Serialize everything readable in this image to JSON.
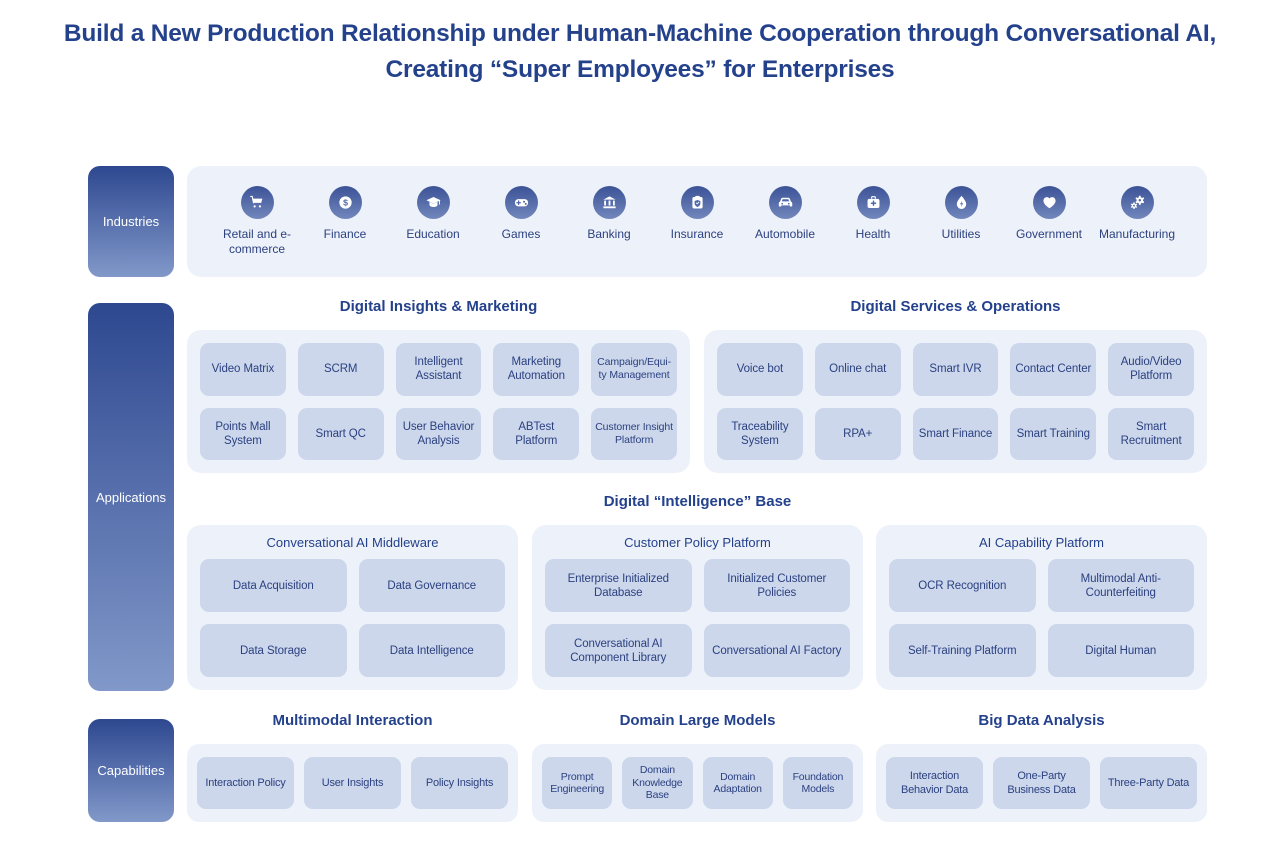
{
  "title": {
    "line1": "Build a New Production Relationship under Human-Machine Cooperation through Conversational AI,",
    "line2": "Creating “Super Employees” for Enterprises"
  },
  "colors": {
    "title_text": "#24418c",
    "panel_bg": "#edf1f9",
    "box_bg": "#ccd7ec",
    "box_text": "#2c4180",
    "sidebar_gradient_top": "#2e4890",
    "sidebar_gradient_bottom": "#8198c9",
    "icon_circle_top": "#3b5296",
    "icon_circle_bottom": "#7287bd"
  },
  "industries": {
    "sidebar_label": "Industries",
    "items": [
      {
        "label": "Retail and e-commerce",
        "icon": "shopping-cart-icon"
      },
      {
        "label": "Finance",
        "icon": "dollar-coin-icon"
      },
      {
        "label": "Education",
        "icon": "graduation-cap-icon"
      },
      {
        "label": "Games",
        "icon": "gamepad-icon"
      },
      {
        "label": "Banking",
        "icon": "bank-icon"
      },
      {
        "label": "Insurance",
        "icon": "insurance-shield-icon"
      },
      {
        "label": "Automobile",
        "icon": "car-icon"
      },
      {
        "label": "Health",
        "icon": "medical-kit-icon"
      },
      {
        "label": "Utilities",
        "icon": "water-drop-icon"
      },
      {
        "label": "Government",
        "icon": "heart-icon"
      },
      {
        "label": "Manufacturing",
        "icon": "gears-icon"
      }
    ]
  },
  "applications": {
    "sidebar_label": "Applications",
    "marketing": {
      "title": "Digital Insights & Marketing",
      "boxes": [
        "Video Matrix",
        "SCRM",
        "Intelligent Assistant",
        "Marketing Automation",
        "Campaign/Equi-\nty Management",
        "Points Mall System",
        "Smart QC",
        "User Behavior Analysis",
        "ABTest Platform",
        "Customer Insight\nPlatform"
      ]
    },
    "services": {
      "title": "Digital Services & Operations",
      "boxes": [
        "Voice bot",
        "Online chat",
        "Smart IVR",
        "Contact Center",
        "Audio/Video Platform",
        "Traceability System",
        "RPA+",
        "Smart Finance",
        "Smart Training",
        "Smart Recruitment"
      ]
    },
    "base": {
      "title": "Digital “Intelligence” Base",
      "panels": [
        {
          "title": "Conversational AI Middleware",
          "boxes": [
            "Data Acquisition",
            "Data Governance",
            "Data Storage",
            "Data Intelligence"
          ]
        },
        {
          "title": "Customer Policy Platform",
          "boxes": [
            "Enterprise Initialized Database",
            "Initialized Customer Policies",
            "Conversational AI Component Library",
            "Conversational AI Factory"
          ]
        },
        {
          "title": "AI Capability Platform",
          "boxes": [
            "OCR Recognition",
            "Multimodal Anti-Counterfeiting",
            "Self-Training Platform",
            "Digital Human"
          ]
        }
      ]
    }
  },
  "capabilities": {
    "sidebar_label": "Capabilities",
    "panels": [
      {
        "title": "Multimodal Interaction",
        "boxes": [
          "Interaction Policy",
          "User Insights",
          "Policy Insights"
        ]
      },
      {
        "title": "Domain Large Models",
        "boxes": [
          "Prompt Engineering",
          "Domain\nKnowledge\nBase",
          "Domain Adaptation",
          "Foundation Models"
        ]
      },
      {
        "title": "Big Data Analysis",
        "boxes": [
          "Interaction Behavior Data",
          "One-Party Business Data",
          "Three-Party Data"
        ]
      }
    ]
  }
}
